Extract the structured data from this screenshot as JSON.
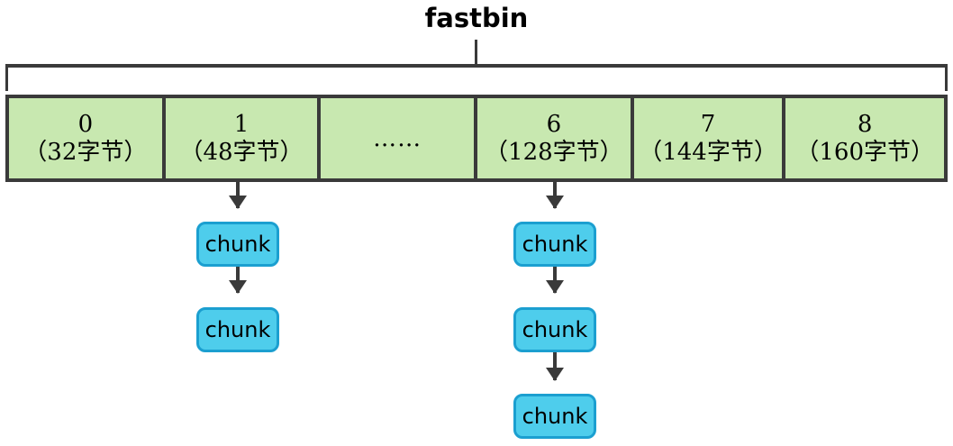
{
  "diagram": {
    "title": "fastbin",
    "bracket": {
      "label": "fastbin-span-bracket"
    },
    "bins": [
      {
        "index": "0",
        "size": "（32字节）"
      },
      {
        "index": "1",
        "size": "（48字节）"
      },
      {
        "ellipsis": "……"
      },
      {
        "index": "6",
        "size": "（128字节）"
      },
      {
        "index": "7",
        "size": "（144字节）"
      },
      {
        "index": "8",
        "size": "（160字节）"
      }
    ],
    "chains": [
      {
        "bin_index": "1",
        "chunks": [
          {
            "label": "chunk"
          },
          {
            "label": "chunk"
          }
        ]
      },
      {
        "bin_index": "6",
        "chunks": [
          {
            "label": "chunk"
          },
          {
            "label": "chunk"
          },
          {
            "label": "chunk"
          }
        ]
      }
    ],
    "colors": {
      "bin_fill": "#c8e8b0",
      "bin_border": "#3a3a3a",
      "chunk_fill": "#4ecdec",
      "chunk_border": "#1b9fd0",
      "arrow": "#3a3a3a",
      "text": "#000000",
      "background": "#ffffff"
    }
  }
}
